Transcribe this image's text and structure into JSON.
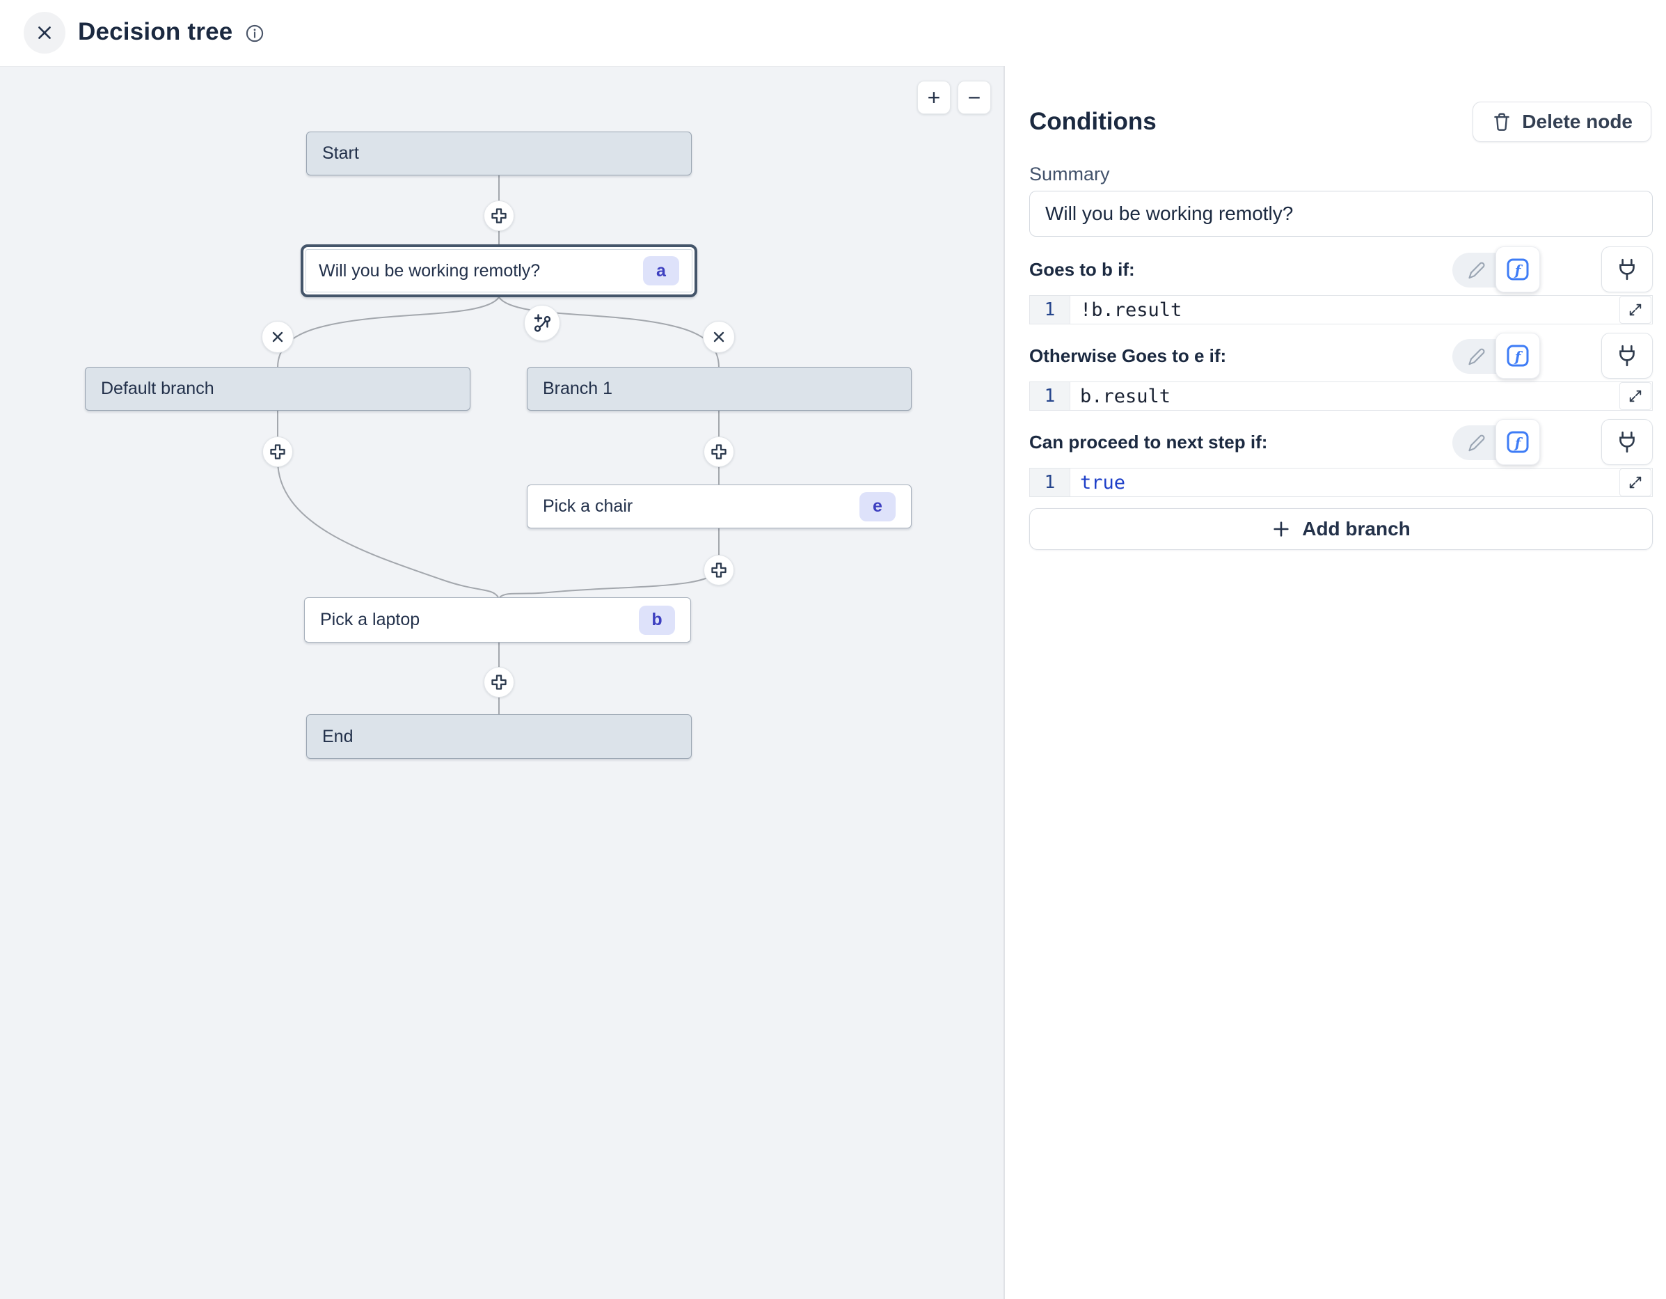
{
  "header": {
    "title": "Decision tree"
  },
  "canvas": {
    "zoom_in": "+",
    "zoom_out": "−",
    "nodes": [
      {
        "label": "Start"
      },
      {
        "label": "Will you be working remotly?",
        "badge": "a"
      },
      {
        "label": "Default branch"
      },
      {
        "label": "Branch 1"
      },
      {
        "label": "Pick a chair",
        "badge": "e"
      },
      {
        "label": "Pick a laptop",
        "badge": "b"
      },
      {
        "label": "End"
      }
    ]
  },
  "panel": {
    "title": "Conditions",
    "delete_button": "Delete node",
    "summary_label": "Summary",
    "summary_value": "Will you be working remotly?",
    "sections": [
      {
        "label": "Goes to b if:",
        "line_no": "1",
        "code": "!b.result",
        "code_class": "code-plain"
      },
      {
        "label": "Otherwise Goes to e if:",
        "line_no": "1",
        "code": "b.result",
        "code_class": "code-plain"
      },
      {
        "label": "Can proceed to next step if:",
        "line_no": "1",
        "code": "true",
        "code_class": "code-keyword"
      }
    ],
    "add_branch_label": "Add branch"
  },
  "colors": {
    "accent_blue": "#3e7cf6",
    "badge_bg": "#dee2fa",
    "badge_text": "#3d3fc0",
    "code_keyword_color": "#1d3fc8",
    "canvas_bg": "#f1f3f6",
    "node_gray": "#dce3ea",
    "selected_border": "#44556a"
  }
}
